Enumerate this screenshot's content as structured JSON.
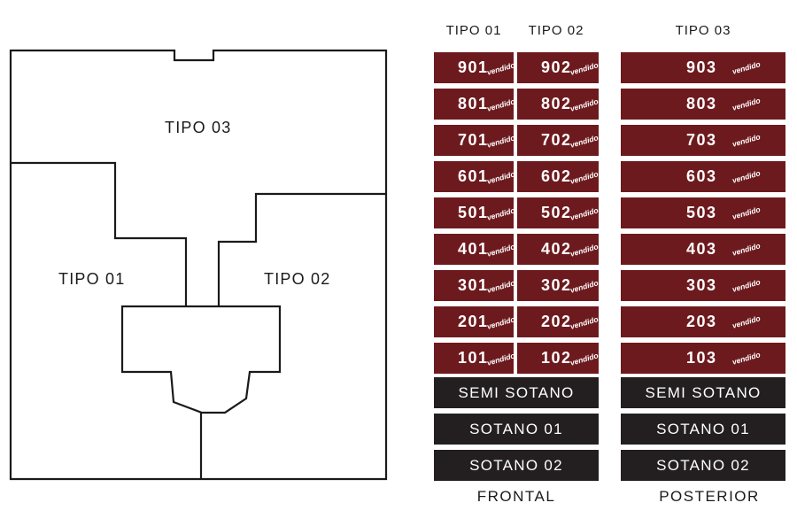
{
  "plan": {
    "labels": {
      "tipo03": "TIPO 03",
      "tipo01": "TIPO 01",
      "tipo02": "TIPO 02"
    }
  },
  "columns": {
    "headers": [
      "TIPO 01",
      "TIPO 02",
      "TIPO 03"
    ],
    "footers": [
      "FRONTAL",
      "POSTERIOR"
    ]
  },
  "sold_tag": "vendido",
  "units": {
    "tipo01": [
      "901",
      "801",
      "701",
      "601",
      "501",
      "401",
      "301",
      "201",
      "101"
    ],
    "tipo02": [
      "902",
      "802",
      "702",
      "602",
      "502",
      "402",
      "302",
      "202",
      "102"
    ],
    "tipo03": [
      "903",
      "803",
      "703",
      "603",
      "503",
      "403",
      "303",
      "203",
      "103"
    ],
    "all_sold": true
  },
  "basements": {
    "frontal": [
      "SEMI SOTANO",
      "SOTANO 01",
      "SOTANO 02"
    ],
    "posterior": [
      "SEMI SOTANO",
      "SOTANO 01",
      "SOTANO 02"
    ]
  },
  "colors": {
    "unit_fill": "#6d1a1e",
    "basement_fill": "#231f20",
    "text_on_fill": "#ffffff"
  }
}
